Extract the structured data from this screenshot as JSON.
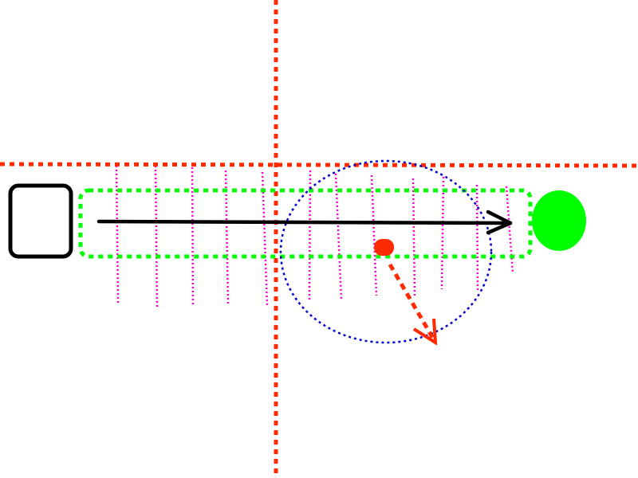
{
  "diagram": {
    "colors": {
      "background": "#ffffff",
      "crosshair": "#ff2a00",
      "start_box": "#000000",
      "lane": "#00ff00",
      "hatch": "#ff00cc",
      "arrow": "#000000",
      "target": "#00ff00",
      "circle": "#0000cc",
      "dot": "#ff2a00",
      "dashed_arrow": "#ff2a00"
    },
    "elements": [
      "horizontal-dotted-line",
      "vertical-dotted-line",
      "rounded-square",
      "green-dotted-lane",
      "magenta-hatch-lines",
      "blue-dotted-circle",
      "black-arrow",
      "green-ellipse",
      "red-dot",
      "red-dashed-arrow"
    ]
  }
}
